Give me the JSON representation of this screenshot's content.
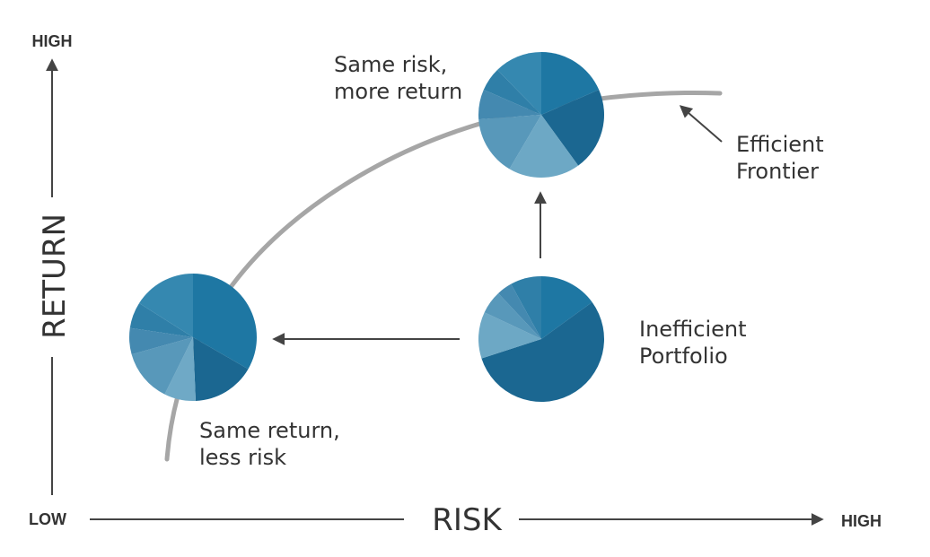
{
  "axes": {
    "y_high": "HIGH",
    "y_title": "RETURN",
    "x_low": "LOW",
    "x_title": "RISK",
    "x_high": "HIGH"
  },
  "labels": {
    "same_risk": [
      "Same risk,",
      "more return"
    ],
    "efficient_frontier": [
      "Efficient",
      "Frontier"
    ],
    "inefficient_portfolio": [
      "Inefficient",
      "Portfolio"
    ],
    "same_return": [
      "Same return,",
      "less risk"
    ]
  },
  "colors": {
    "text": "#333333",
    "curve": "#a6a6a6",
    "arrow": "#444444",
    "pie_shades": [
      "#1e77a3",
      "#1b6791",
      "#6da8c5",
      "#5898ba",
      "#4489b0",
      "#2f7fa8",
      "#3588b0",
      "#5e9ec0",
      "#6fa9c6"
    ]
  },
  "portfolios": {
    "top": {
      "weights": [
        12,
        14,
        12,
        10,
        5,
        4,
        8
      ],
      "shades": [
        0,
        1,
        2,
        3,
        4,
        5,
        6
      ]
    },
    "left": {
      "weights": [
        25,
        12,
        6,
        10,
        5,
        5,
        12
      ],
      "shades": [
        0,
        1,
        8,
        3,
        4,
        5,
        6
      ]
    },
    "right": {
      "weights": [
        15,
        55,
        12,
        6,
        4,
        8
      ],
      "shades": [
        0,
        1,
        2,
        3,
        4,
        5
      ]
    }
  }
}
